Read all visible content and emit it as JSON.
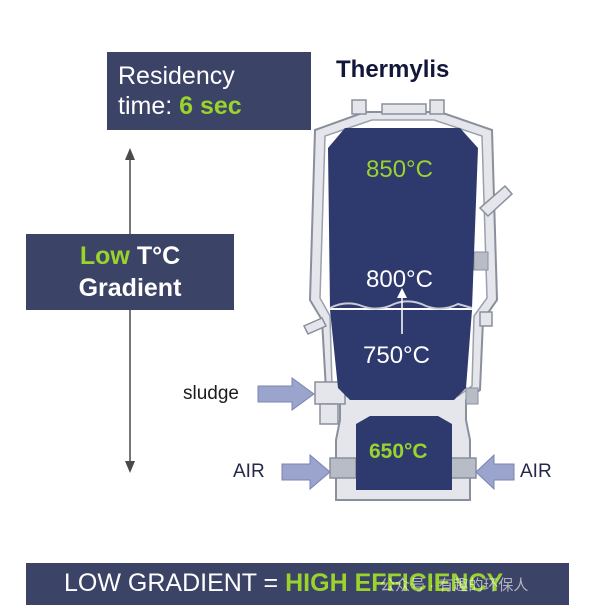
{
  "colors": {
    "accent": "#9ad32b",
    "navy": "#3b4366",
    "reactor": "#2e3a6e",
    "arrow": "#9aa4cc"
  },
  "residency": {
    "prefix": "Residency",
    "time_label": "time:",
    "time_value": "6 sec"
  },
  "gradient_box": {
    "low": "Low",
    "tc": "T°C",
    "gradient": "Gradient"
  },
  "title": "Thermylis",
  "temperatures": {
    "t850": "850°C",
    "t800": "800°C",
    "t750": "750°C",
    "t650": "650°C"
  },
  "labels": {
    "sludge": "sludge",
    "air_left": "AIR",
    "air_right": "AIR"
  },
  "footer": {
    "left": "LOW GRADIENT =",
    "right": "HIGH EFFICIENCY"
  },
  "watermark": "公众号 · 有趣的环保人",
  "icons": [
    "sludge-arrow-icon",
    "air-left-arrow-icon",
    "air-right-arrow-icon",
    "vertical-double-arrow-icon",
    "upward-flow-arrow-icon"
  ]
}
